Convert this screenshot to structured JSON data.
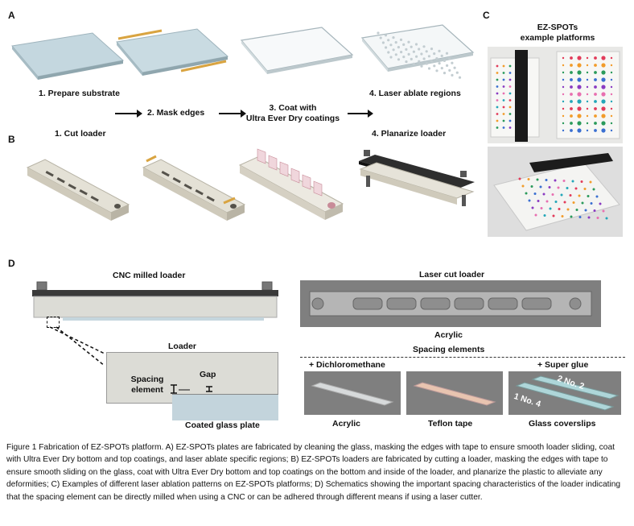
{
  "panels": {
    "a": "A",
    "b": "B",
    "c": "C",
    "d": "D"
  },
  "panel_a": {
    "step1": "1. Prepare substrate",
    "step2": "2. Mask edges",
    "step3_line1": "3. Coat with",
    "step3_line2": "Ultra Ever Dry coatings",
    "step4": "4. Laser ablate regions"
  },
  "panel_b": {
    "step1": "1. Cut loader",
    "step4": "4. Planarize loader"
  },
  "panel_c": {
    "title_line1": "EZ-SPOTs",
    "title_line2": "example platforms"
  },
  "panel_d": {
    "cnc_title": "CNC milled loader",
    "laser_title": "Laser cut loader",
    "loader": "Loader",
    "spacing_line1": "Spacing",
    "spacing_line2": "element",
    "gap": "Gap",
    "coated_glass": "Coated glass plate",
    "acrylic_title": "Acrylic",
    "spacing_elements": "Spacing elements",
    "dcm": "+ Dichloromethane",
    "superglue": "+ Super glue",
    "acrylic": "Acrylic",
    "teflon": "Teflon tape",
    "coverslips": "Glass coverslips",
    "no2": "2 No. 2",
    "no4": "1 No. 4"
  },
  "caption": "Figure 1 Fabrication of EZ-SPOTs platform. A) EZ-SPOTs plates are fabricated by cleaning the glass, masking the edges with tape to ensure smooth loader sliding, coat with Ultra Ever Dry bottom and top coatings, and laser ablate specific regions; B) EZ-SPOTs loaders are fabricated by cutting a loader, masking the edges with tape to ensure smooth sliding on the glass, coat with Ultra Ever Dry bottom and top coatings on the bottom and inside of the loader, and planarize the plastic to alleviate any deformities; C) Examples of different laser ablation patterns on EZ-SPOTs platforms; D) Schematics showing the important spacing characteristics of the loader indicating that the spacing element can be directly milled when using a CNC or can be adhered through different means if using a laser cutter."
}
